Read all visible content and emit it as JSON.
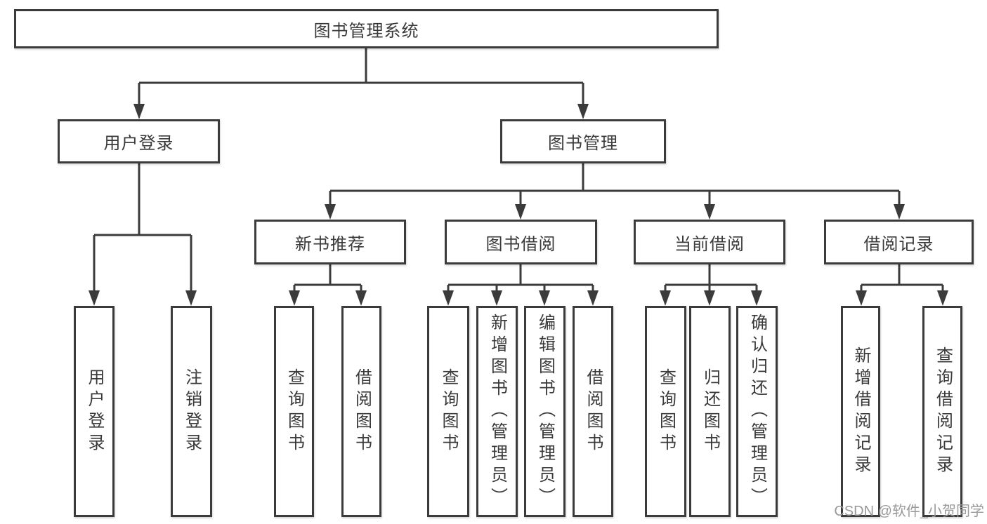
{
  "tree": {
    "root": {
      "label": "图书管理系统"
    },
    "branches": [
      {
        "label": "用户登录",
        "children": [
          {
            "label": "用户登录"
          },
          {
            "label": "注销登录"
          }
        ]
      },
      {
        "label": "图书管理",
        "children": [
          {
            "label": "新书推荐",
            "children": [
              {
                "label": "查询图书"
              },
              {
                "label": "借阅图书"
              }
            ]
          },
          {
            "label": "图书借阅",
            "children": [
              {
                "label": "查询图书"
              },
              {
                "label": "新增图书（管理员）"
              },
              {
                "label": "编辑图书（管理员）"
              },
              {
                "label": "借阅图书"
              }
            ]
          },
          {
            "label": "当前借阅",
            "children": [
              {
                "label": "查询图书"
              },
              {
                "label": "归还图书"
              },
              {
                "label": "确认归还（管理员）"
              }
            ]
          },
          {
            "label": "借阅记录",
            "children": [
              {
                "label": "新增借阅记录"
              },
              {
                "label": "查询借阅记录"
              }
            ]
          }
        ]
      }
    ]
  },
  "watermark": {
    "text": "CSDN @软件_小贺同学"
  },
  "colors": {
    "line": "#3b3b3b",
    "text": "#3a3a3a",
    "watermark": "#999999",
    "background": "#ffffff"
  }
}
